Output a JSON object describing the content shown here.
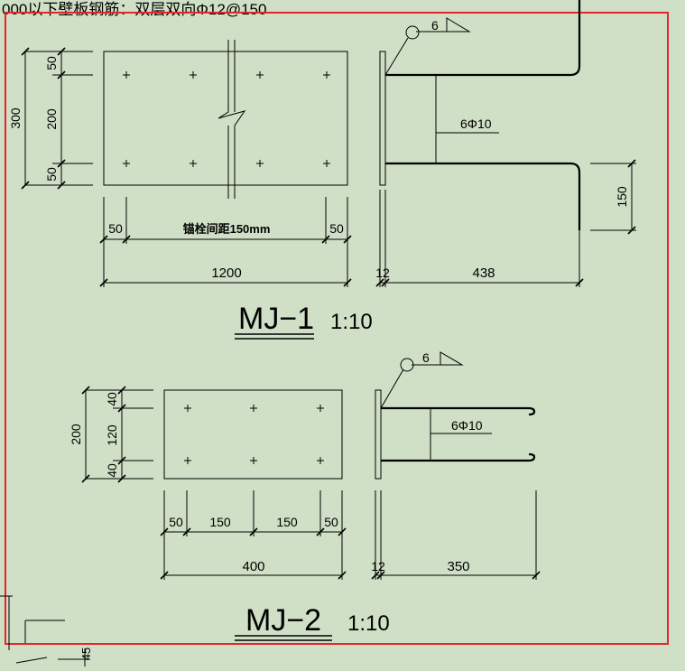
{
  "header_note": "000以下壁板钢筋：双层双向Φ12@150",
  "mj1": {
    "title": "MJ−1",
    "scale": "1:10",
    "weld_size": "6",
    "rebar_label": "6Φ10",
    "dims": {
      "height_total": "300",
      "edge_top": "50",
      "middle": "200",
      "edge_bottom": "50",
      "edge_left": "50",
      "anchor_spacing": "锚栓间距150mm",
      "edge_right": "50",
      "width": "1200",
      "plate_thickness": "12",
      "anchor_length": "438",
      "hook": "150"
    }
  },
  "mj2": {
    "title": "MJ−2",
    "scale": "1:10",
    "weld_size": "6",
    "rebar_label": "6Φ10",
    "dims": {
      "height_total": "200",
      "edge_top": "40",
      "middle": "120",
      "edge_bottom": "40",
      "seg1": "50",
      "seg2": "150",
      "seg3": "150",
      "seg4": "50",
      "width": "400",
      "plate_thickness": "12",
      "anchor_length": "350"
    }
  },
  "footer_fragment": "45",
  "colors": {
    "background": "#cfe0c6",
    "frame": "#e8232b",
    "ink": "#000000"
  }
}
